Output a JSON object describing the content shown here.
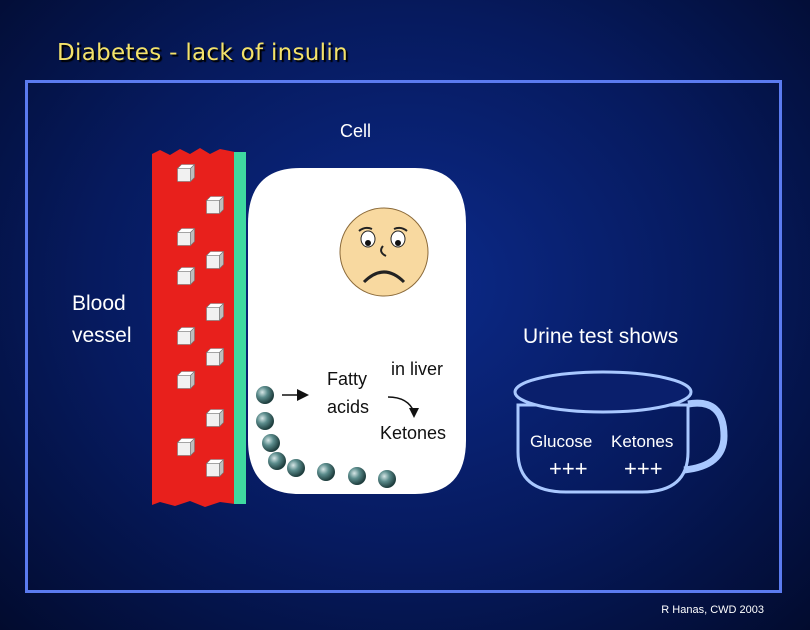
{
  "title": "Diabetes - lack of insulin",
  "labels": {
    "cell": "Cell",
    "blood_vessel_line1": "Blood",
    "blood_vessel_line2": "vessel",
    "urine_test": "Urine test shows",
    "fatty_line1": "Fatty",
    "fatty_line2": "acids",
    "in_liver": "in liver",
    "ketones": "Ketones",
    "cup_glucose": "Glucose",
    "cup_ketones": "Ketones",
    "glucose_level": "+++",
    "ketone_level": "+++"
  },
  "credit": "R Hanas, CWD 2003",
  "colors": {
    "title": "#f4e36a",
    "vessel": "#e8201c",
    "membrane": "#3fd9a0",
    "cell": "#ffffff",
    "face": "#f8d9a0",
    "cup": "#a9c8ff",
    "frame": "#5b7bf0"
  }
}
